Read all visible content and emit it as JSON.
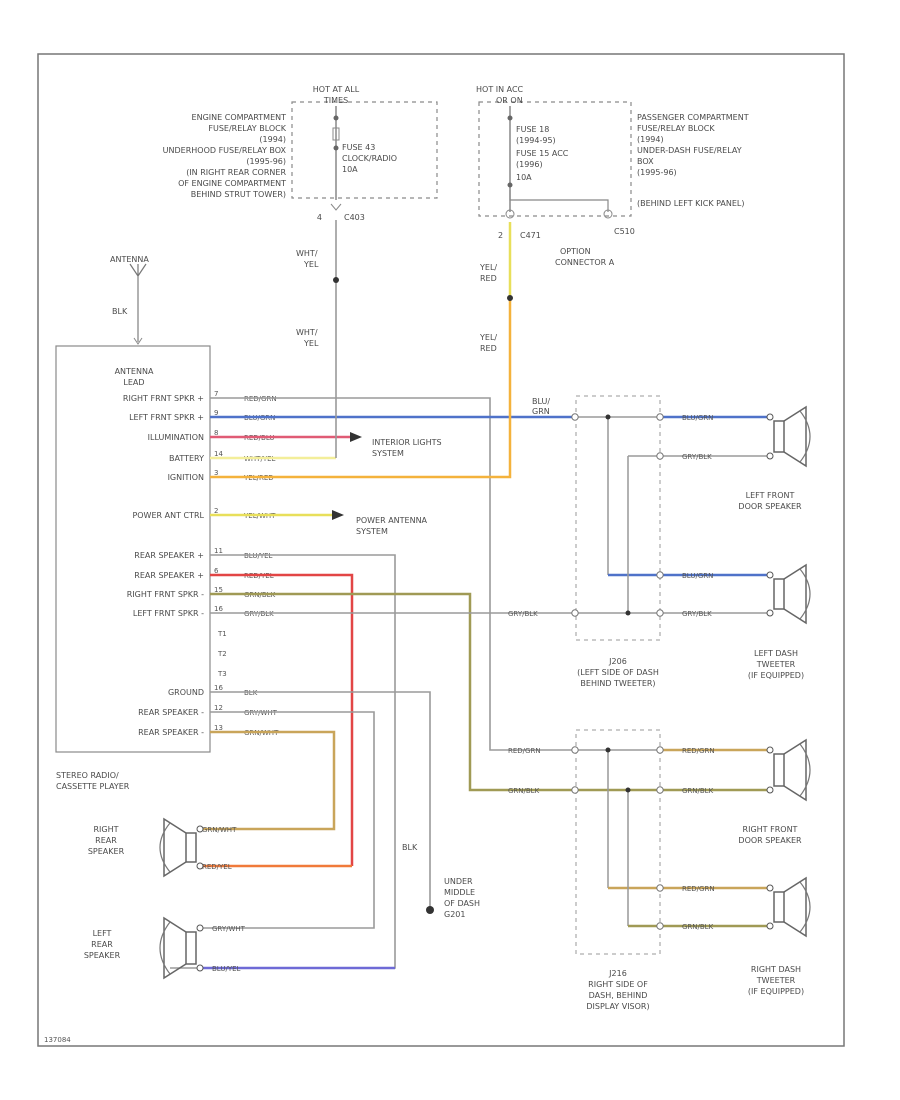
{
  "fuse_left": {
    "hot_label": [
      "HOT AT ALL",
      "TIMES"
    ],
    "block_desc": [
      "ENGINE COMPARTMENT",
      "FUSE/RELAY BLOCK",
      "(1994)",
      "UNDERHOOD FUSE/RELAY BOX",
      "(1995-96)",
      "(IN RIGHT REAR CORNER",
      "OF ENGINE COMPARTMENT",
      "BEHIND STRUT TOWER)"
    ],
    "fuse_text": [
      "FUSE 43",
      "CLOCK/RADIO",
      "10A"
    ],
    "conn_pin": "4",
    "conn": "C403"
  },
  "fuse_right": {
    "hot_label": [
      "HOT IN ACC",
      "OR ON"
    ],
    "block_desc": [
      "PASSENGER COMPARTMENT",
      "FUSE/RELAY BLOCK",
      "(1994)",
      "UNDER-DASH FUSE/RELAY",
      "BOX",
      "(1995-96)",
      "(BEHIND LEFT KICK PANEL)"
    ],
    "fuse_text": [
      "FUSE 18",
      "(1994-95)",
      "FUSE 15 ACC",
      "(1996)",
      "10A"
    ],
    "conn_pin": "2",
    "conn_a": "C471",
    "conn_b": "C510",
    "conn_note": [
      "OPTION",
      "CONNECTOR A"
    ]
  },
  "antenna": {
    "label": "ANTENNA",
    "wire": "BLK"
  },
  "radio": {
    "antenna_lead": [
      "ANTENNA",
      "LEAD"
    ],
    "pins": [
      {
        "name": "RIGHT FRNT SPKR +",
        "pin": "7",
        "wire": "RED/GRN"
      },
      {
        "name": "LEFT FRNT SPKR +",
        "pin": "9",
        "wire": "BLU/GRN"
      },
      {
        "name": "ILLUMINATION",
        "pin": "8",
        "wire": "RED/BLU"
      },
      {
        "name": "BATTERY",
        "pin": "14",
        "wire": "WHT/YEL"
      },
      {
        "name": "IGNITION",
        "pin": "3",
        "wire": "YEL/RED"
      },
      {
        "name": "POWER ANT CTRL",
        "pin": "2",
        "wire": "YEL/WHT"
      },
      {
        "name": "REAR SPEAKER +",
        "pin": "11",
        "wire": "BLU/YEL"
      },
      {
        "name": "REAR SPEAKER +",
        "pin": "6",
        "wire": "RED/YEL"
      },
      {
        "name": "RIGHT FRNT SPKR -",
        "pin": "15",
        "wire": "GRN/BLK"
      },
      {
        "name": "LEFT FRNT SPKR -",
        "pin": "16",
        "wire": "GRY/BLK"
      },
      {
        "name": "GROUND",
        "pin": "16",
        "wire": "BLK"
      },
      {
        "name": "REAR SPEAKER -",
        "pin": "12",
        "wire": "GRY/WHT"
      },
      {
        "name": "REAR SPEAKER -",
        "pin": "13",
        "wire": "GRN/WHT"
      }
    ],
    "extra_pins": [
      "T1",
      "T2",
      "T3"
    ],
    "caption": [
      "STEREO RADIO/",
      "CASSETTE PLAYER"
    ]
  },
  "wires": {
    "batt_wire": [
      "WHT/",
      "YEL"
    ],
    "ign_wire": [
      "YEL/",
      "RED"
    ],
    "blu_grn_top": [
      "BLU/",
      "GRN"
    ],
    "lf_door_wires": [
      "BLU/GRN",
      "GRY/BLK"
    ],
    "lf_dash_wires": [
      "BLU/GRN",
      "GRY/BLK"
    ],
    "rf_door_wires": [
      "RED/GRN",
      "GRN/BLK"
    ],
    "rf_dash_wires": [
      "RED/GRN",
      "GRN/BLK"
    ],
    "j_right_wires": [
      "RED/GRN",
      "GRN/BLK"
    ],
    "j_left_wire": "GRY/BLK",
    "rr_wires": [
      "GRN/WHT",
      "RED/YEL"
    ],
    "lr_wires": [
      "GRY/WHT",
      "BLU/YEL"
    ],
    "ground_wire": "BLK"
  },
  "destinations": {
    "interior": [
      "INTERIOR LIGHTS",
      "SYSTEM"
    ],
    "power_antenna": [
      "POWER ANTENNA",
      "SYSTEM"
    ],
    "ground_loc": [
      "UNDER",
      "MIDDLE",
      "OF DASH",
      "G201"
    ]
  },
  "junctions": {
    "left": [
      "J206",
      "(LEFT SIDE OF DASH",
      "BEHIND TWEETER)"
    ],
    "right": [
      "J216",
      "RIGHT SIDE OF",
      "DASH, BEHIND",
      "DISPLAY VISOR)"
    ]
  },
  "speakers": {
    "lf_door": [
      "LEFT FRONT",
      "DOOR SPEAKER"
    ],
    "lf_tweeter": [
      "LEFT DASH",
      "TWEETER",
      "(IF EQUIPPED)"
    ],
    "rf_door": [
      "RIGHT FRONT",
      "DOOR SPEAKER"
    ],
    "rf_tweeter": [
      "RIGHT DASH",
      "TWEETER",
      "(IF EQUIPPED)"
    ],
    "rr": [
      "RIGHT",
      "REAR",
      "SPEAKER"
    ],
    "lr": [
      "LEFT",
      "REAR",
      "SPEAKER"
    ]
  },
  "footer": "137084",
  "colors": {
    "blue": "#4f72c9",
    "yellow": "#e8df5a",
    "orange": "#f4b23c",
    "red": "#e24545",
    "redorange": "#f07a3a",
    "tan": "#c9a55a",
    "olive": "#a09a55",
    "gray": "#9a9a9a",
    "pink": "#e05b75",
    "violet": "#6e6ad6"
  }
}
